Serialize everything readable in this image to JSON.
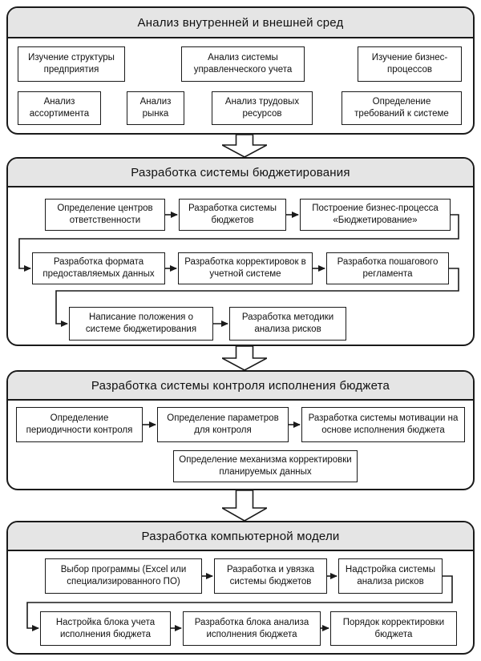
{
  "colors": {
    "section_header_bg": "#e5e5e5",
    "border": "#1a1a1a",
    "box_bg": "#ffffff",
    "page_bg": "#ffffff"
  },
  "flow_arrow_icon": "hollow-block-arrow-down",
  "sections": [
    {
      "title": "Анализ внутренней и внешней сред",
      "rows": [
        [
          "Изучение структуры предприятия",
          "Анализ системы управленческого учета",
          "Изучение бизнес-процессов"
        ],
        [
          "Анализ ассортимента",
          "Анализ рынка",
          "Анализ трудовых ресурсов",
          "Определение требований к системе"
        ]
      ]
    },
    {
      "title": "Разработка системы бюджетирования",
      "rows": [
        [
          "Определение центров ответственности",
          "Разработка системы бюджетов",
          "Построение бизнес-процесса «Бюджетирование»"
        ],
        [
          "Разработка формата предоставляемых данных",
          "Разработка корректировок в учетной системе",
          "Разработка пошагового регламента"
        ],
        [
          "Написание положения о системе бюджетирования",
          "Разработка методики анализа рисков"
        ]
      ]
    },
    {
      "title": "Разработка системы контроля исполнения бюджета",
      "rows": [
        [
          "Определение периодичности контроля",
          "Определение параметров для контроля",
          "Разработка системы мотивации на основе исполнения бюджета"
        ],
        [
          "Определение механизма корректировки планируемых данных"
        ]
      ]
    },
    {
      "title": "Разработка компьютерной модели",
      "rows": [
        [
          "Выбор программы (Excel или специализированного ПО)",
          "Разработка и увязка системы бюджетов",
          "Надстройка системы анализа рисков"
        ],
        [
          "Настройка блока учета исполнения бюджета",
          "Разработка блока анализа исполнения бюджета",
          "Порядок корректировки бюджета"
        ]
      ]
    }
  ]
}
